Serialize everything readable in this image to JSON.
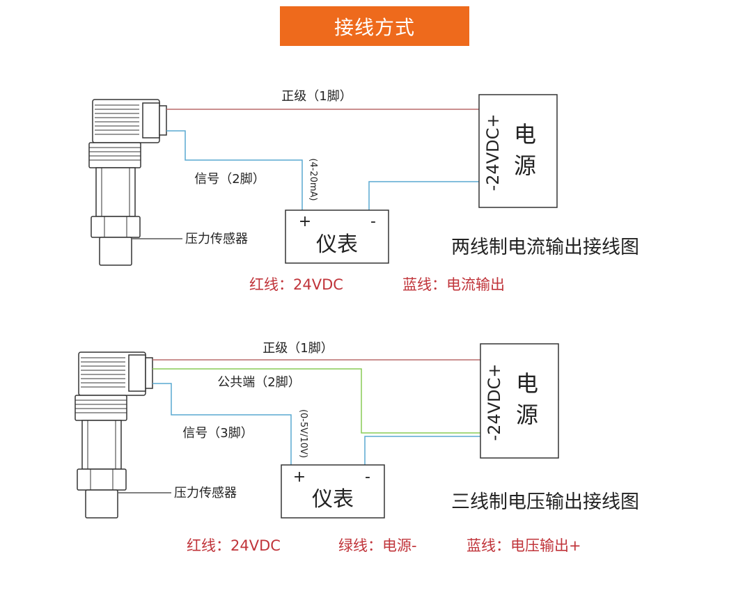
{
  "header": {
    "title": "接线方式"
  },
  "colors": {
    "title_bg": "#ee6a1c",
    "red_wire": "#b96a6a",
    "blue_wire": "#58a8d0",
    "green_wire": "#88cc55",
    "caption_red": "#c0343a"
  },
  "diagram_two_wire": {
    "wire_positive": "正级（1脚）",
    "wire_signal": "信号（2脚）",
    "current_range": "(4-20mA)",
    "sensor_label": "压力传感器",
    "power_voltage": "-24VDC+",
    "power_name_1": "电",
    "power_name_2": "源",
    "meter_plus": "+",
    "meter_minus": "-",
    "meter_name": "仪表",
    "diagram_title": "两线制电流输出接线图",
    "legend_red": "红线：24VDC",
    "legend_blue": "蓝线：电流输出"
  },
  "diagram_three_wire": {
    "wire_positive": "正级（1脚）",
    "wire_common": "公共端（2脚）",
    "wire_signal": "信号（3脚）",
    "voltage_range": "(0-5V/10V)",
    "sensor_label": "压力传感器",
    "power_voltage": "-24VDC+",
    "power_name_1": "电",
    "power_name_2": "源",
    "meter_plus": "+",
    "meter_minus": "-",
    "meter_name": "仪表",
    "diagram_title": "三线制电压输出接线图",
    "legend_red": "红线：24VDC",
    "legend_green": "绿线：电源-",
    "legend_blue": "蓝线：电压输出+"
  }
}
